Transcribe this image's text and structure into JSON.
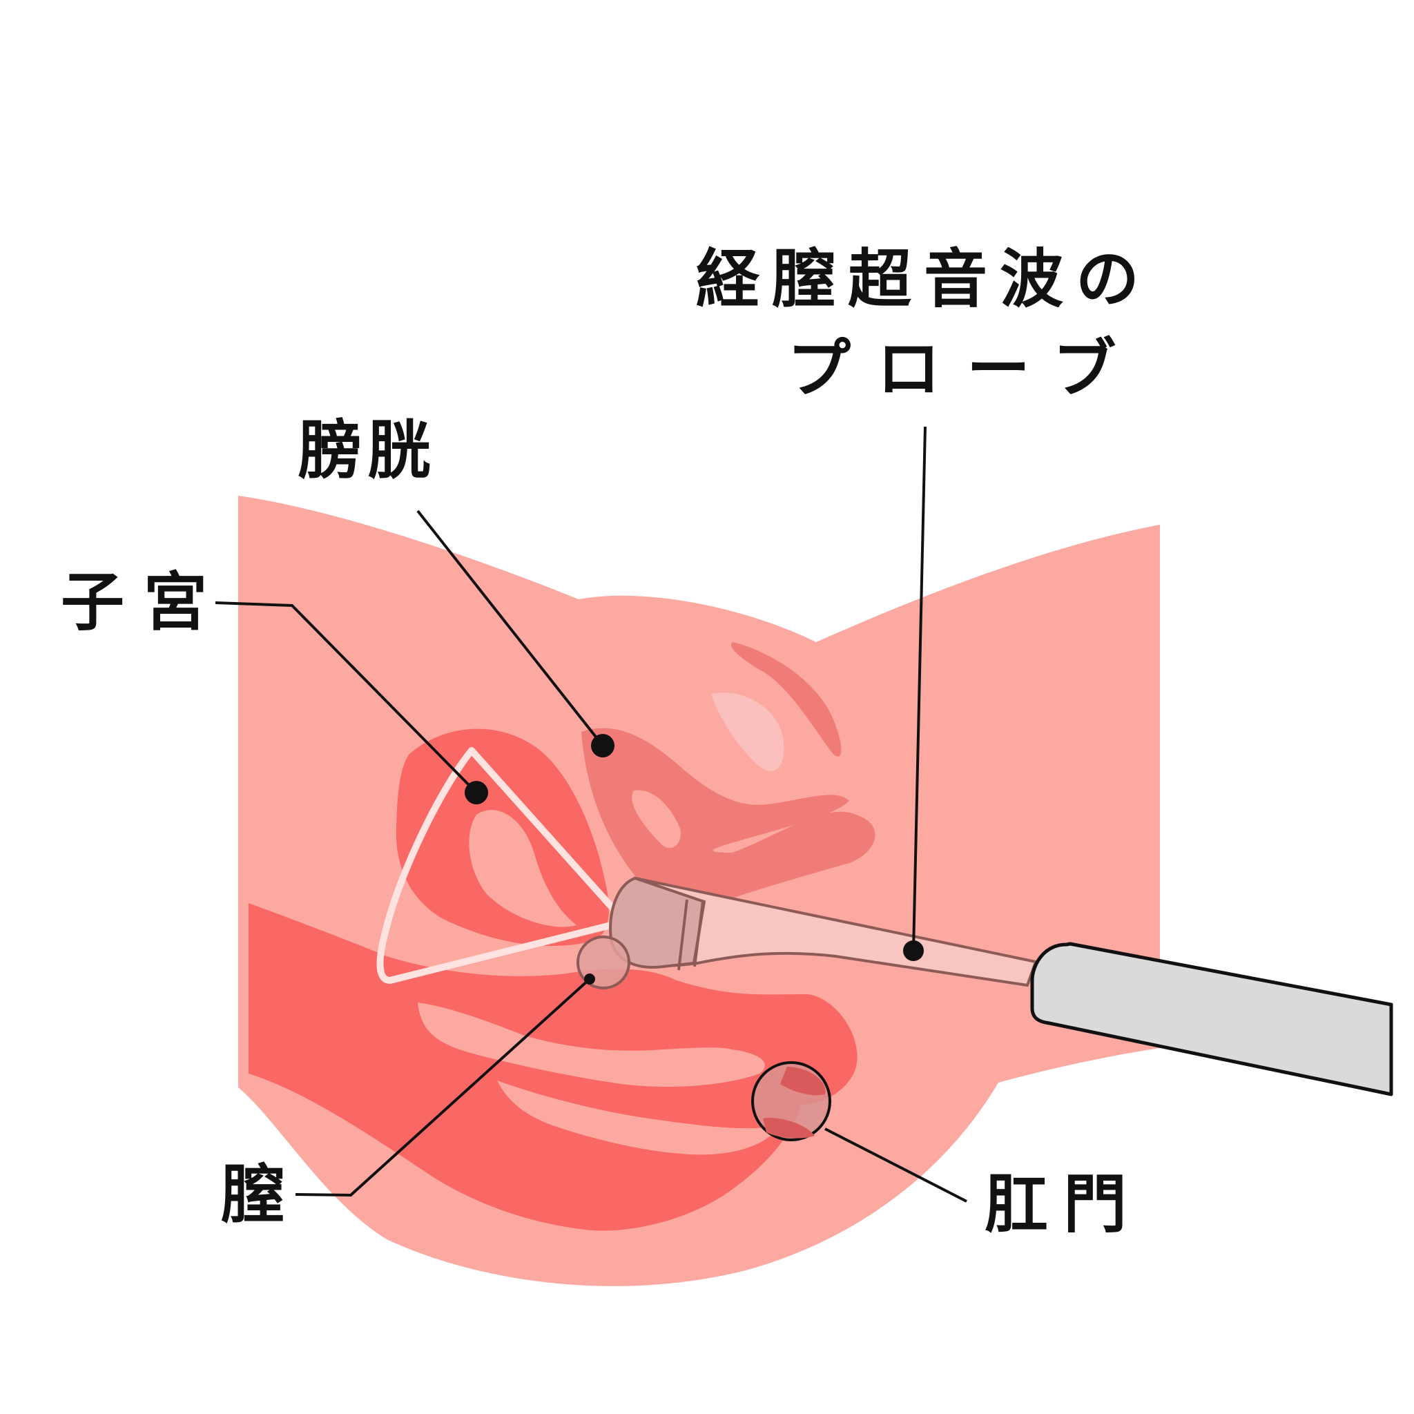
{
  "labels": {
    "probe_line1": "経膣超音波の",
    "probe_line2": "プローブ",
    "bladder": "膀胱",
    "uterus": "子宮",
    "vagina": "膣",
    "anus": "肛門"
  },
  "colors": {
    "body": "#FCA9A1",
    "organ_red": "#F96864",
    "bladder": "#F07C78",
    "probe_tip": "#D8A7A3",
    "probe_shaft": "#F7C6C0",
    "handle": "#DADADA",
    "outline": "#111111"
  }
}
